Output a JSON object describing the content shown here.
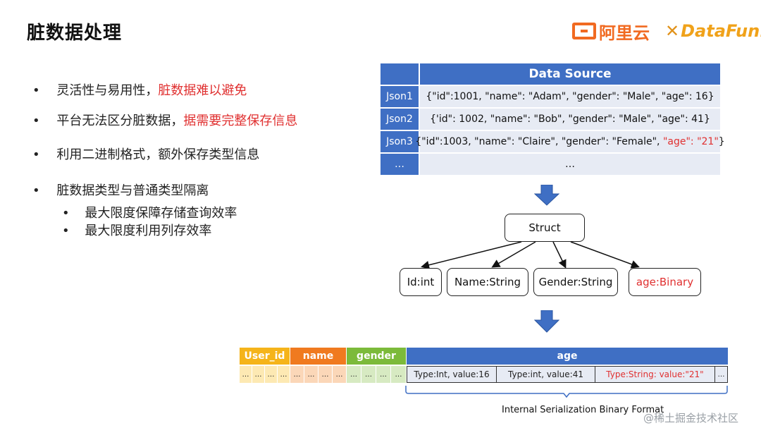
{
  "title": "脏数据处理",
  "logos": {
    "aliyun": "阿里云",
    "datafun": "DataFun."
  },
  "bullets": [
    {
      "dot": "•",
      "text": "灵活性与易用性，",
      "red": "脏数据难以避免"
    },
    {
      "dot": "•",
      "text": "平台无法区分脏数据，",
      "red": "据需要完整保存信息"
    },
    {
      "dot": "•",
      "text": "利用二进制格式，额外保存类型信息",
      "red": ""
    },
    {
      "dot": "•",
      "text": "脏数据类型与普通类型隔离",
      "red": ""
    }
  ],
  "sub_bullets": [
    {
      "dot": "•",
      "text": "最大限度保障存储查询效率"
    },
    {
      "dot": "•",
      "text": "最大限度利用列存效率"
    }
  ],
  "data_source": {
    "header": "Data Source",
    "rows": [
      {
        "label": "Json1",
        "value": "{\"id\":1001, \"name\": \"Adam\", \"gender\": \"Male\", \"age\": 16}",
        "red": "",
        "tail": ""
      },
      {
        "label": "Json2",
        "value": "{'id\": 1002, \"name\": \"Bob\", \"gender\": \"Male\", \"age\": 41}",
        "red": "",
        "tail": ""
      },
      {
        "label": "Json3",
        "value": "{\"id\":1003, \"name\": \"Claire\", \"gender\": \"Female\", ",
        "red": "\"age\": \"21\"",
        "tail": "}"
      },
      {
        "label": "…",
        "value": "…",
        "red": "",
        "tail": ""
      }
    ]
  },
  "struct": {
    "root": "Struct",
    "children": [
      "Id:int",
      "Name:String",
      "Gender:String",
      "age:Binary"
    ]
  },
  "binary": {
    "headers": [
      "User_id",
      "name",
      "gender",
      "age"
    ],
    "header_colors": [
      "#f5b41a",
      "#f07a1f",
      "#7cba3a",
      "#3f6fc4"
    ],
    "row_colors": [
      "#fde9b3",
      "#fbd7b8",
      "#d7eac2",
      "#e7ebf4"
    ],
    "dots": "…",
    "age_cells": [
      "Type:Int, value:16",
      "Type:int, value:41",
      "Type:String: value:\"21\"",
      "…"
    ],
    "caption": "Internal Serialization Binary Format"
  },
  "watermark": "@稀土掘金技术社区",
  "colors": {
    "accent": "#3f6fc4",
    "red": "#e03030",
    "orange": "#f16a21"
  }
}
